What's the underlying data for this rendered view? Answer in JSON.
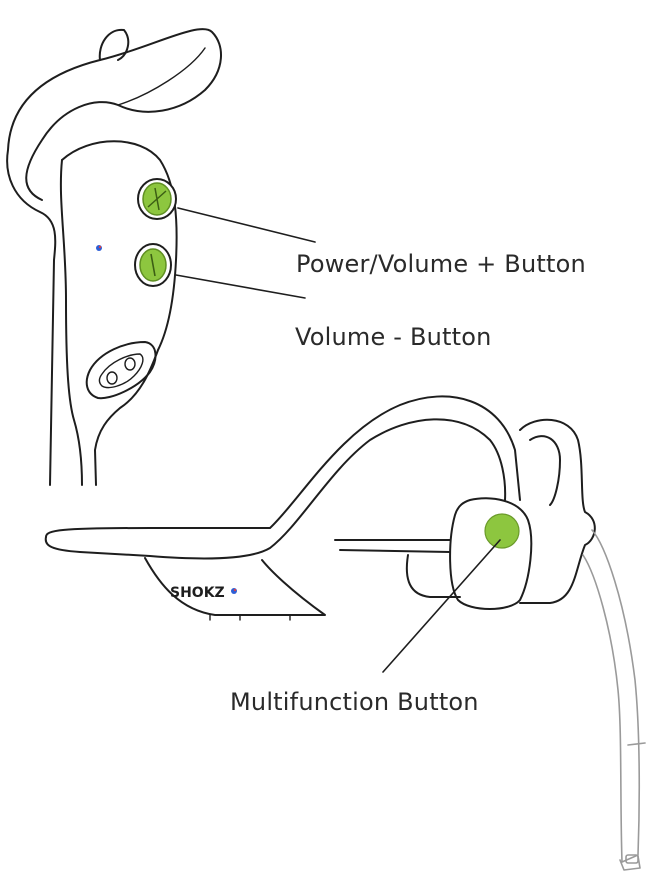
{
  "callouts": {
    "power_volume_plus": "Power/Volume + Button",
    "volume_minus": "Volume - Button",
    "multifunction": "Multifunction Button"
  },
  "brand_logo_text": "SHOKZ",
  "colors": {
    "button_green": "#8dc63f",
    "button_green_dark": "#5f8f22",
    "line": "#1e1e1e",
    "boom_mic": "#9a9a9a",
    "led_blue": "#2e5fd6",
    "led_red": "#d6404a"
  }
}
